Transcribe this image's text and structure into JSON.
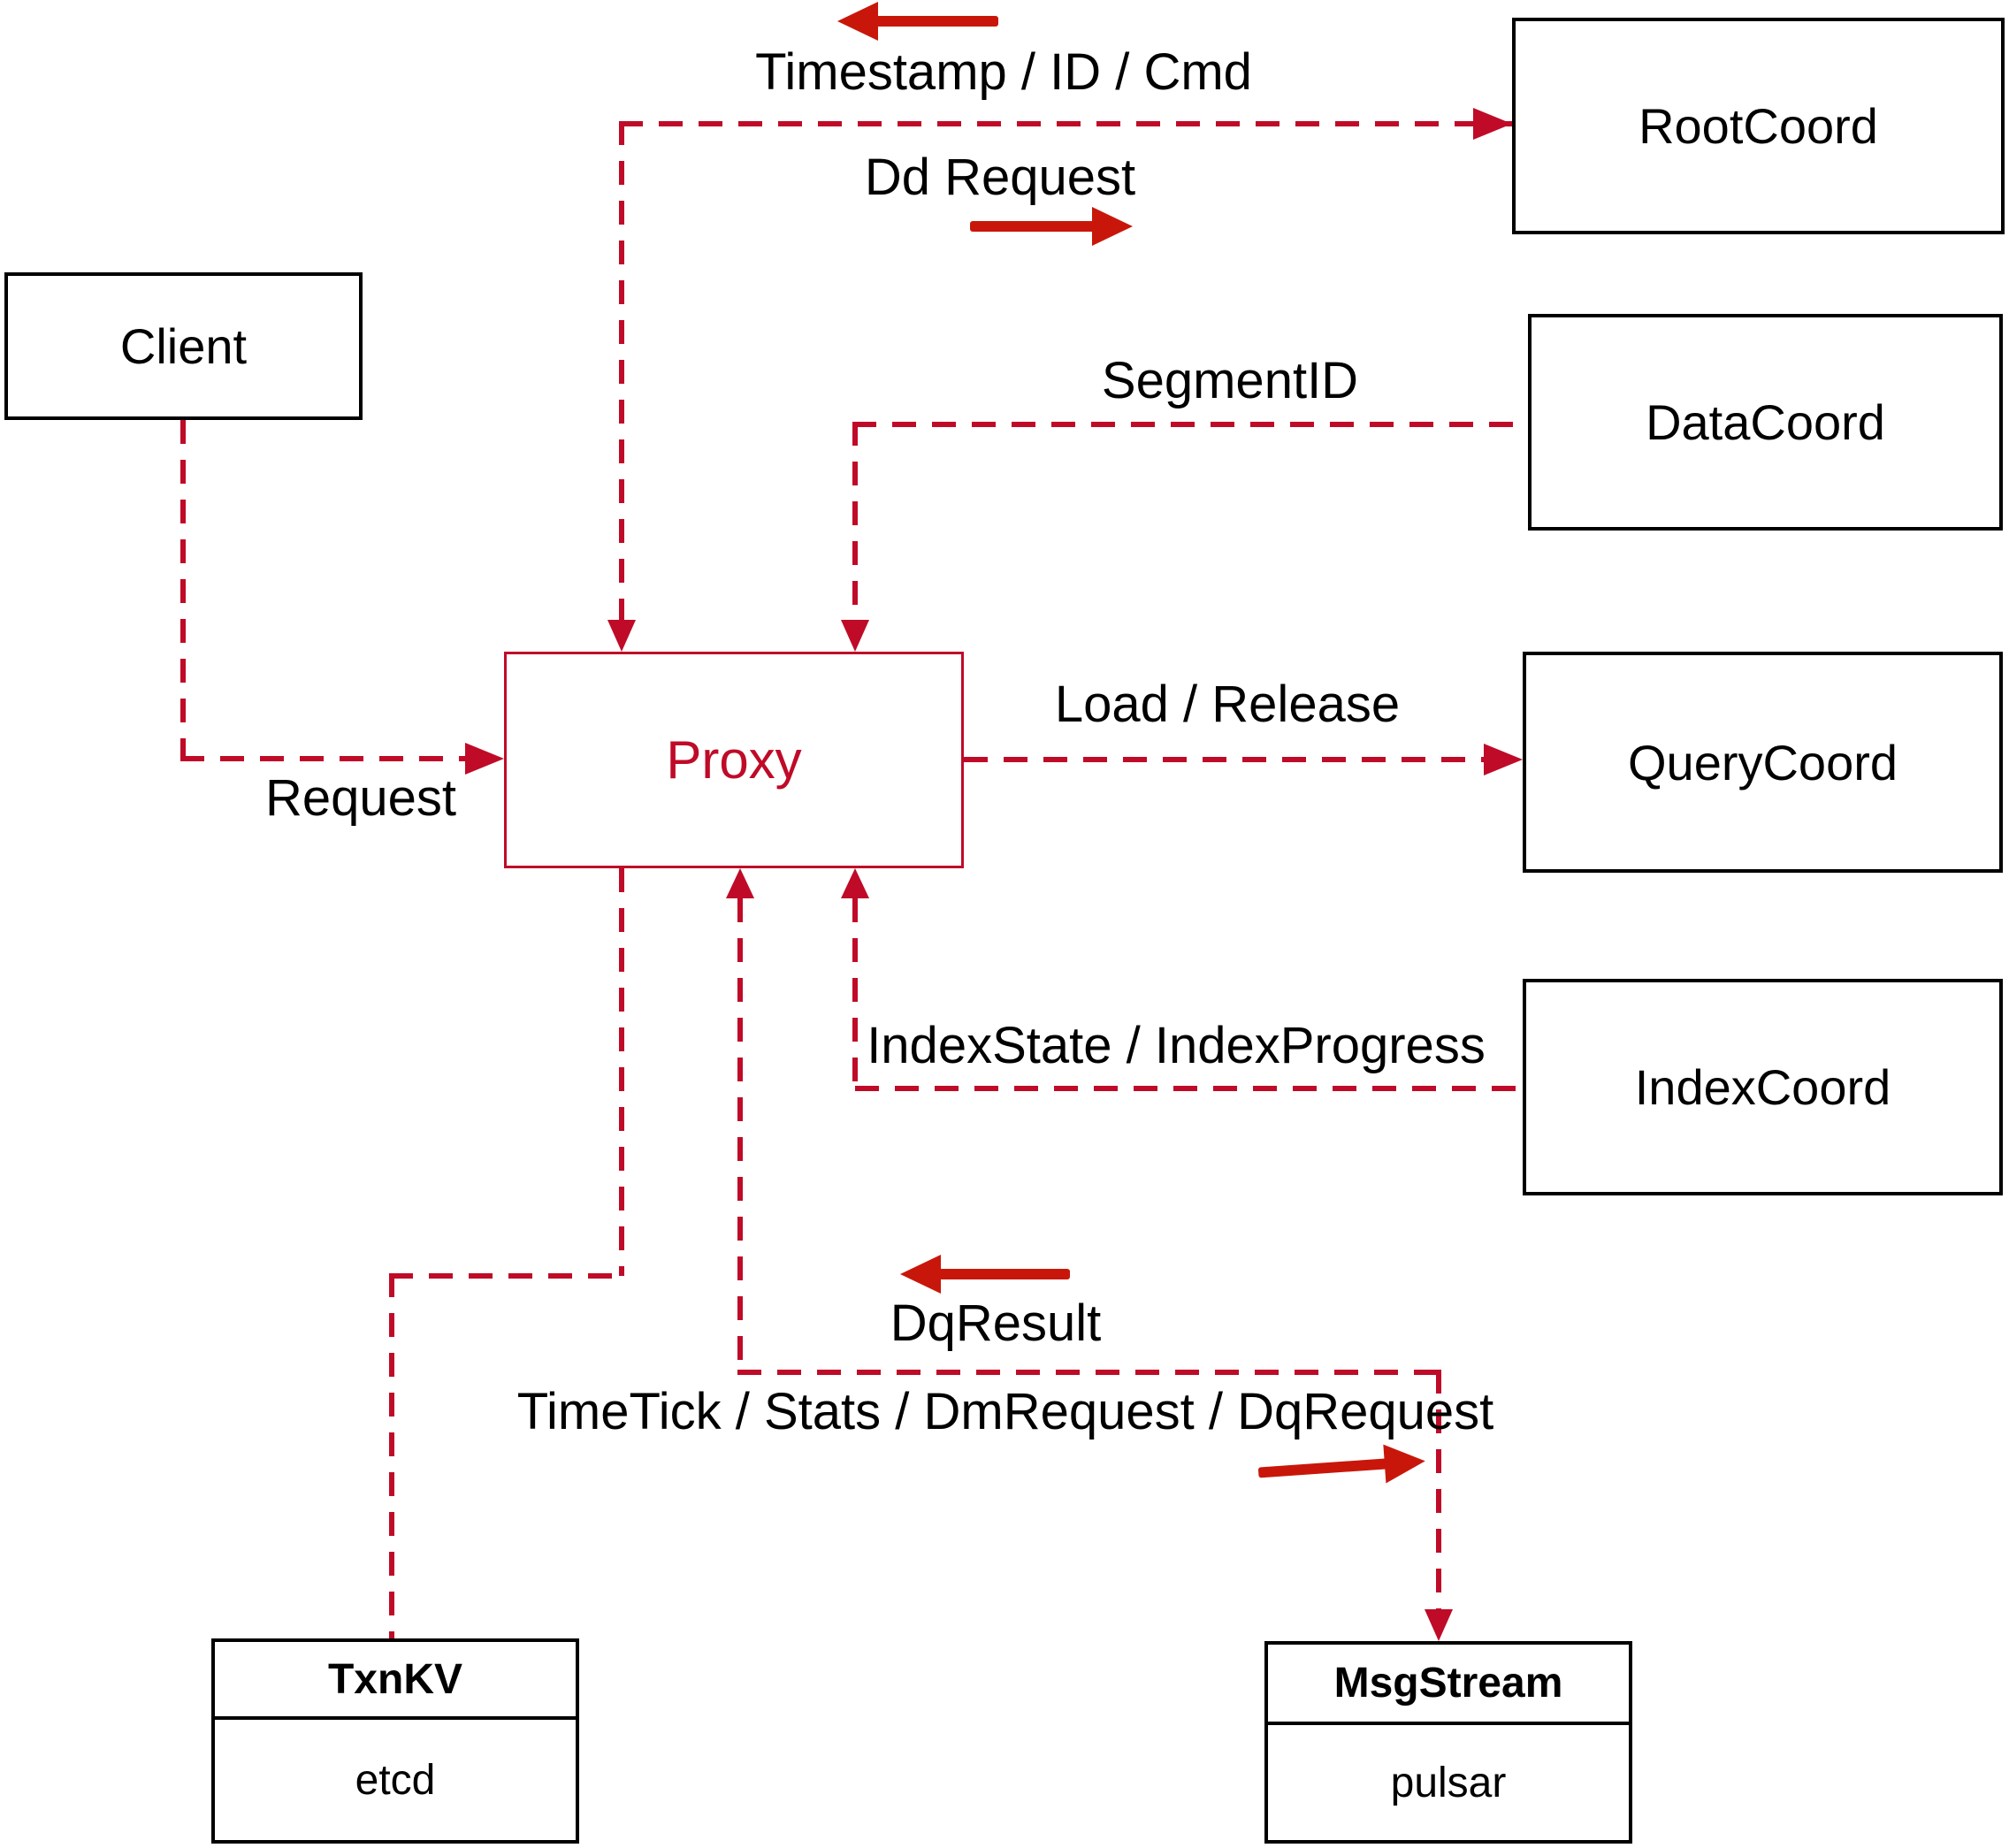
{
  "diagram": {
    "title": "Proxy interaction diagram",
    "nodes": {
      "client": {
        "label": "Client"
      },
      "root_coord": {
        "label": "RootCoord"
      },
      "data_coord": {
        "label": "DataCoord"
      },
      "query_coord": {
        "label": "QueryCoord"
      },
      "index_coord": {
        "label": "IndexCoord"
      },
      "proxy": {
        "label": "Proxy"
      },
      "txn_kv": {
        "title": "TxnKV",
        "impl": "etcd"
      },
      "msg_stream": {
        "title": "MsgStream",
        "impl": "pulsar"
      }
    },
    "edge_labels": {
      "timestamp_id_cmd": "Timestamp / ID / Cmd",
      "dd_request": "Dd Request",
      "segment_id": "SegmentID",
      "request": "Request",
      "load_release": "Load / Release",
      "index_state": "IndexState / IndexProgress",
      "dq_result": "DqResult",
      "time_tick": "TimeTick / Stats / DmRequest / DqRequest"
    },
    "icons": {
      "arrow_left": "solid red arrow pointing left",
      "arrow_right": "solid red arrow pointing right"
    },
    "colors": {
      "dashed_line": "#bf0b28",
      "solid_arrow": "#c8170a",
      "box_border": "#000000",
      "text": "#000000",
      "proxy_accent": "#bf0b28",
      "background": "#ffffff"
    }
  }
}
